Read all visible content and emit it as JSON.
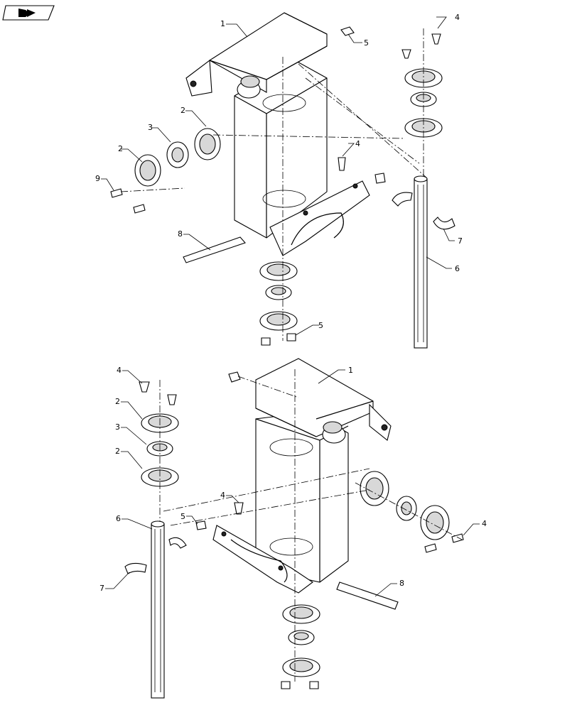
{
  "nav": {
    "icon": "arrow-forward-icon"
  },
  "callouts": {
    "top": [
      "1",
      "2",
      "2",
      "3",
      "4",
      "4",
      "5",
      "5",
      "6",
      "7",
      "8",
      "9"
    ],
    "bottom": [
      "1",
      "2",
      "2",
      "3",
      "4",
      "4",
      "4",
      "5",
      "6",
      "7",
      "8"
    ]
  }
}
